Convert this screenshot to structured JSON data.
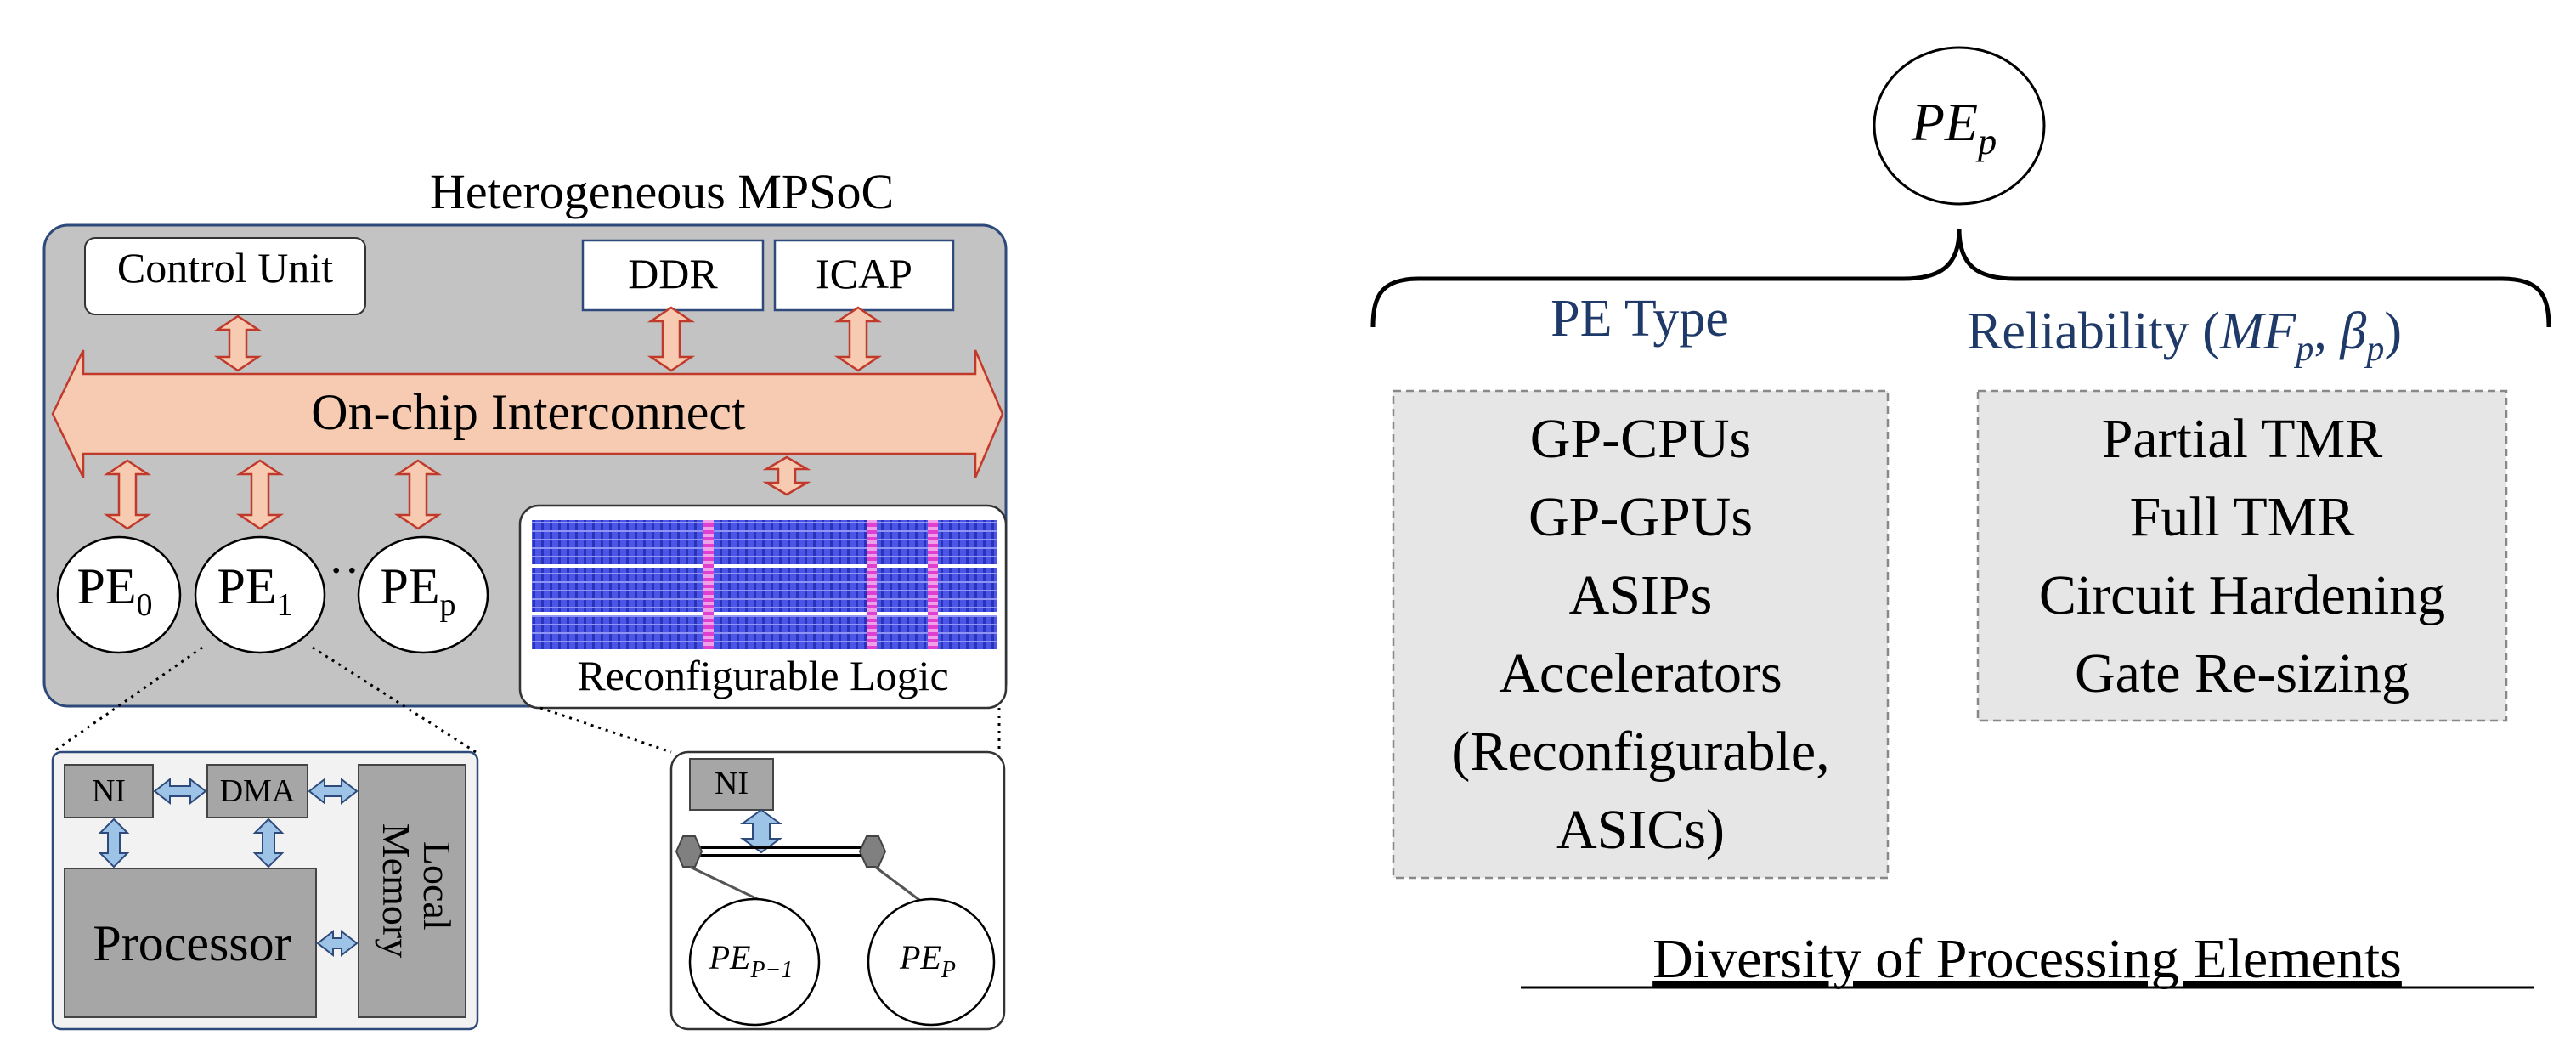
{
  "left": {
    "title": "Heterogeneous MPSoC",
    "control_unit": "Control Unit",
    "ddr": "DDR",
    "icap": "ICAP",
    "interconnect": "On-chip Interconnect",
    "pe_prefix": "PE",
    "pe_subscripts": [
      "0",
      "1",
      "p"
    ],
    "ellipsis": "··",
    "reconfig_label": "Reconfigurable Logic",
    "detail_node": {
      "ni": "NI",
      "dma": "DMA",
      "processor": "Processor",
      "memory_line1": "Local",
      "memory_line2": "Memory"
    },
    "detail_reconfig": {
      "ni": "NI",
      "pe_prev_main": "PE",
      "pe_prev_sub": "P−1",
      "pe_last_main": "PE",
      "pe_last_sub": "P"
    }
  },
  "right": {
    "top_node_main": "PE",
    "top_node_sub": "p",
    "type_heading": "PE Type",
    "rel_heading_text": "Reliability (",
    "rel_mf": "MF",
    "rel_mf_sub": "p",
    "rel_comma": ", ",
    "rel_beta": "β",
    "rel_beta_sub": "p",
    "rel_close": ")",
    "type_items": [
      "GP-CPUs",
      "GP-GPUs",
      "ASIPs",
      "Accelerators",
      "(Reconfigurable,",
      "ASICs)"
    ],
    "rel_items": [
      "Partial TMR",
      "Full TMR",
      "Circuit Hardening",
      "Gate Re-sizing"
    ],
    "caption": "Diversity of Processing Elements"
  },
  "colors": {
    "soc_bg": "#c3c3c3",
    "soc_border": "#2e4a7a",
    "bus_fill": "#f7cbb1",
    "bus_stroke": "#c0392b",
    "fpga_blue": "#4b55e8",
    "fpga_pink": "#e85ad6",
    "detail_arrow": "#9dc3e6",
    "heading_blue": "#1f3a68",
    "box_bg": "#e6e6e6"
  }
}
